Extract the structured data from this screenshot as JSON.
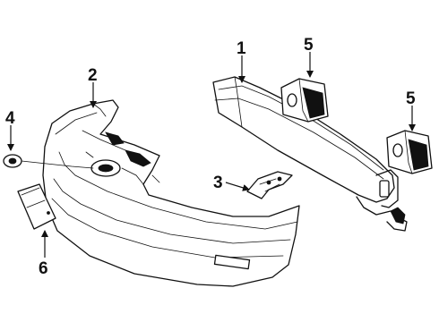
{
  "callouts": [
    {
      "id": "1",
      "label": "1"
    },
    {
      "id": "2",
      "label": "2"
    },
    {
      "id": "3",
      "label": "3"
    },
    {
      "id": "4",
      "label": "4"
    },
    {
      "id": "5a",
      "label": "5"
    },
    {
      "id": "5b",
      "label": "5"
    },
    {
      "id": "6",
      "label": "6"
    }
  ]
}
